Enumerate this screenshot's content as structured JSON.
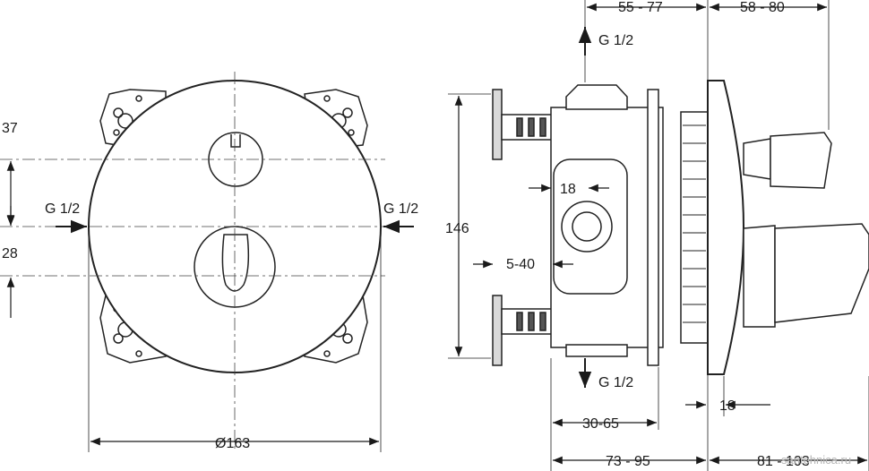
{
  "front_view": {
    "dim_37": "37",
    "dim_28": "28",
    "inlet_left": "G 1/2",
    "inlet_right": "G 1/2",
    "diameter": "Ø163"
  },
  "side_view": {
    "outlet_top": "G 1/2",
    "outlet_bottom": "G 1/2",
    "dim_55_77": "55 - 77",
    "dim_58_80": "58 - 80",
    "dim_18_top": "18",
    "dim_146": "146",
    "dim_5_40": "5-40",
    "dim_30_65": "30-65",
    "dim_18_bottom": "18",
    "dim_73_95": "73 - 95",
    "dim_81_103": "81 - 103"
  },
  "watermark": "santehnica.ru"
}
